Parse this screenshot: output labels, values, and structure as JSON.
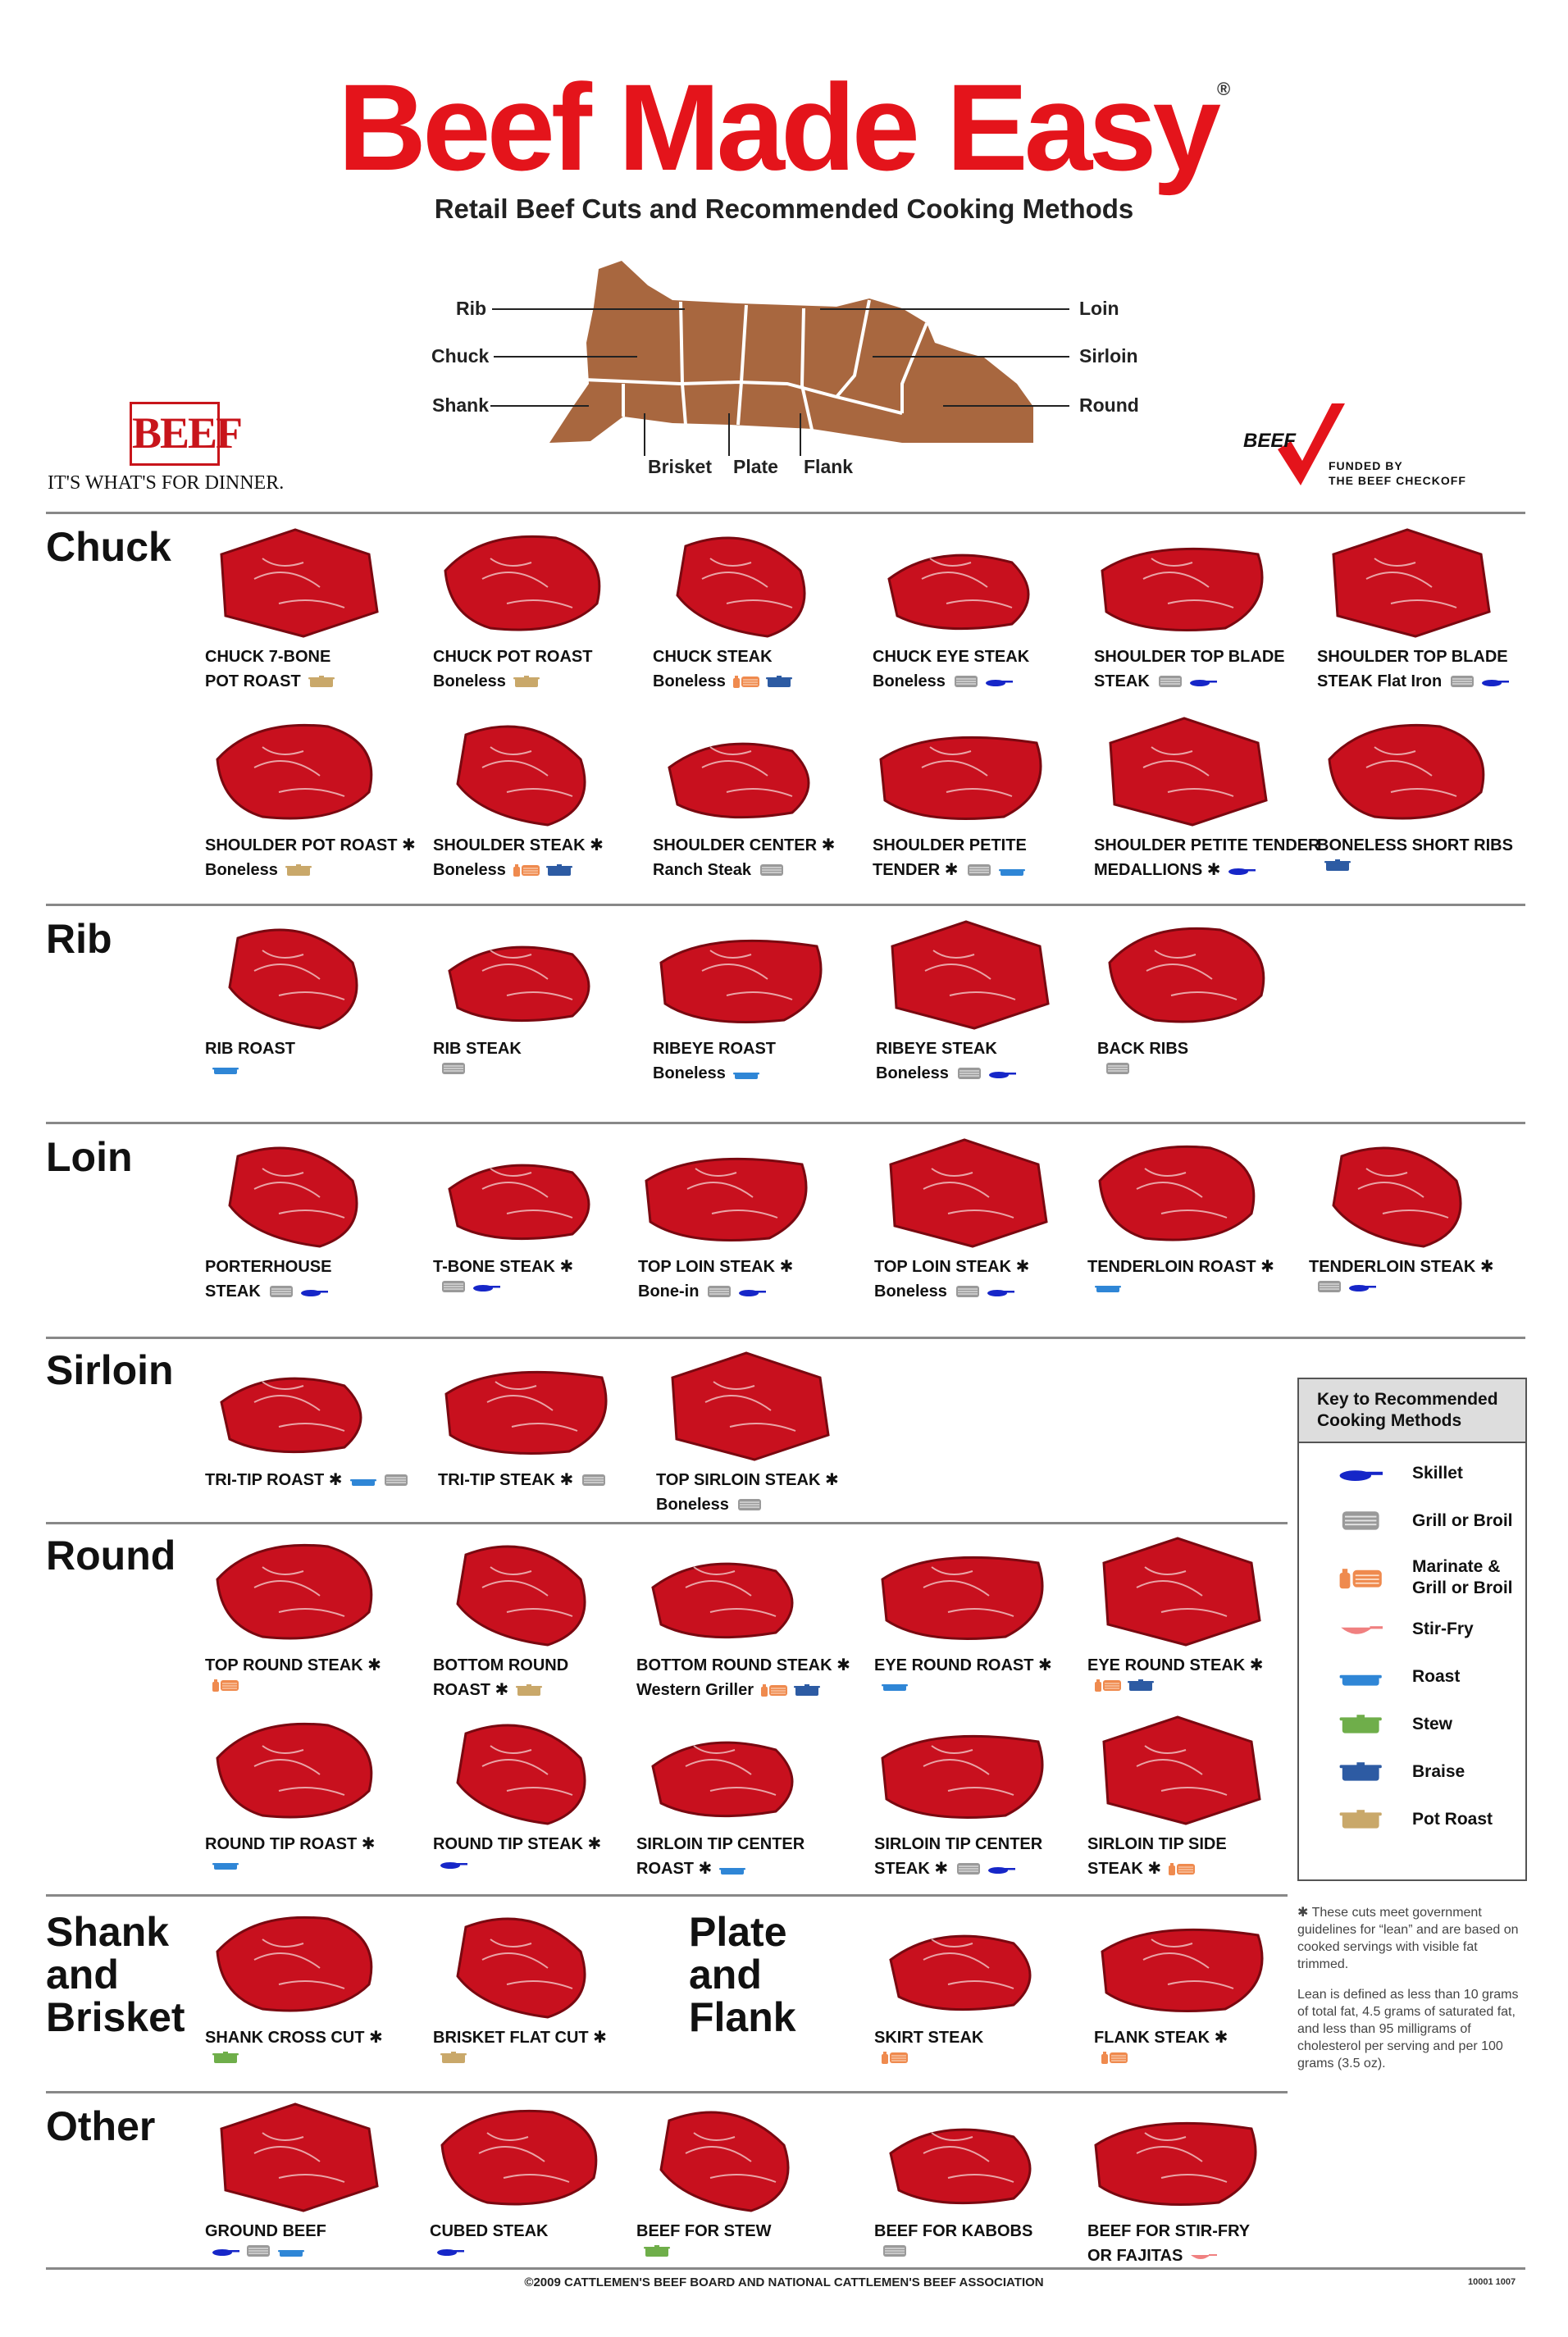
{
  "header": {
    "title": "Beef Made Easy",
    "registered": "®",
    "subtitle": "Retail Beef Cuts and Recommended Cooking Methods"
  },
  "diagram": {
    "left_labels": [
      "Rib",
      "Chuck",
      "Shank"
    ],
    "right_labels": [
      "Loin",
      "Sirloin",
      "Round"
    ],
    "bottom_labels": [
      "Brisket",
      "Plate",
      "Flank"
    ]
  },
  "logos": {
    "beef_box": "BEEF",
    "beef_tagline": "IT'S WHAT'S FOR DINNER.",
    "checkoff_word": "BEEF",
    "checkoff_line1": "FUNDED BY",
    "checkoff_line2": "THE BEEF CHECKOFF"
  },
  "colors": {
    "title_red": "#e4141b",
    "meat": "#c8101e",
    "cow": "#a8673f",
    "skillet": "#1626c8",
    "grill": "#9a9a9a",
    "marinate": "#ef8a4e",
    "stirfry": "#f08080",
    "roast": "#2f86d6",
    "stew": "#6fae4a",
    "braise": "#2d5ba3",
    "potroast": "#c9a86a"
  },
  "sections": {
    "chuck": "Chuck",
    "rib": "Rib",
    "loin": "Loin",
    "sirloin": "Sirloin",
    "round": "Round",
    "shank_a": "Shank",
    "shank_b": "and",
    "shank_c": "Brisket",
    "plate_a": "Plate",
    "plate_b": "and",
    "plate_c": "Flank",
    "other": "Other"
  },
  "cuts": [
    {
      "name": "CHUCK 7-BONE",
      "sub": "POT ROAST",
      "icons": [
        "potroast"
      ]
    },
    {
      "name": "CHUCK POT ROAST",
      "sub": "Boneless",
      "icons": [
        "potroast"
      ]
    },
    {
      "name": "CHUCK STEAK",
      "sub": "Boneless",
      "icons": [
        "marinate",
        "braise"
      ]
    },
    {
      "name": "CHUCK EYE STEAK",
      "sub": "Boneless",
      "icons": [
        "grill",
        "skillet"
      ]
    },
    {
      "name": "SHOULDER TOP BLADE",
      "sub": "STEAK",
      "icons": [
        "grill",
        "skillet"
      ]
    },
    {
      "name": "SHOULDER TOP BLADE",
      "sub": "STEAK  Flat Iron",
      "icons": [
        "grill",
        "skillet"
      ]
    },
    {
      "name": "SHOULDER POT ROAST ✱",
      "sub": "Boneless",
      "icons": [
        "potroast"
      ]
    },
    {
      "name": "SHOULDER STEAK ✱",
      "sub": "Boneless",
      "icons": [
        "marinate",
        "braise"
      ]
    },
    {
      "name": "SHOULDER CENTER ✱",
      "sub": "Ranch Steak",
      "icons": [
        "grill"
      ]
    },
    {
      "name": "SHOULDER PETITE",
      "sub": "TENDER ✱",
      "icons": [
        "grill",
        "roast"
      ]
    },
    {
      "name": "SHOULDER PETITE TENDER",
      "sub": "MEDALLIONS ✱",
      "icons": [
        "skillet"
      ]
    },
    {
      "name": "BONELESS SHORT RIBS",
      "sub": "",
      "icons": [
        "braise"
      ]
    },
    {
      "name": "RIB ROAST",
      "sub": "",
      "icons": [
        "roast"
      ]
    },
    {
      "name": "RIB STEAK",
      "sub": "",
      "icons": [
        "grill"
      ]
    },
    {
      "name": "RIBEYE ROAST",
      "sub": "Boneless",
      "icons": [
        "roast"
      ]
    },
    {
      "name": "RIBEYE STEAK",
      "sub": "Boneless",
      "icons": [
        "grill",
        "skillet"
      ]
    },
    {
      "name": "BACK RIBS",
      "sub": "",
      "icons": [
        "grill"
      ]
    },
    {
      "name": "PORTERHOUSE",
      "sub": "STEAK",
      "icons": [
        "grill",
        "skillet"
      ]
    },
    {
      "name": "T-BONE STEAK ✱",
      "sub": "",
      "icons": [
        "grill",
        "skillet"
      ]
    },
    {
      "name": "TOP LOIN STEAK ✱",
      "sub": "Bone-in",
      "icons": [
        "grill",
        "skillet"
      ]
    },
    {
      "name": "TOP LOIN STEAK ✱",
      "sub": "Boneless",
      "icons": [
        "grill",
        "skillet"
      ]
    },
    {
      "name": "TENDERLOIN ROAST ✱",
      "sub": "",
      "icons": [
        "roast"
      ]
    },
    {
      "name": "TENDERLOIN STEAK ✱",
      "sub": "",
      "icons": [
        "grill",
        "skillet"
      ]
    },
    {
      "name": "TRI-TIP ROAST ✱",
      "sub": "",
      "icons": [
        "roast",
        "grill"
      ],
      "inline": true
    },
    {
      "name": "TRI-TIP STEAK ✱",
      "sub": "",
      "icons": [
        "grill"
      ],
      "inline": true
    },
    {
      "name": "TOP SIRLOIN STEAK ✱",
      "sub": "Boneless",
      "icons": [
        "grill"
      ]
    },
    {
      "name": "TOP ROUND STEAK ✱",
      "sub": "",
      "icons": [
        "marinate"
      ]
    },
    {
      "name": "BOTTOM ROUND",
      "sub": "ROAST ✱",
      "icons": [
        "potroast"
      ]
    },
    {
      "name": "BOTTOM ROUND STEAK ✱",
      "sub": "Western Griller",
      "icons": [
        "marinate",
        "braise"
      ]
    },
    {
      "name": "EYE ROUND ROAST ✱",
      "sub": "",
      "icons": [
        "roast"
      ]
    },
    {
      "name": "EYE ROUND STEAK ✱",
      "sub": "",
      "icons": [
        "marinate",
        "braise"
      ]
    },
    {
      "name": "ROUND TIP ROAST ✱",
      "sub": "",
      "icons": [
        "roast"
      ]
    },
    {
      "name": "ROUND TIP STEAK ✱",
      "sub": "",
      "icons": [
        "skillet"
      ]
    },
    {
      "name": "SIRLOIN TIP CENTER",
      "sub": "ROAST ✱",
      "icons": [
        "roast"
      ]
    },
    {
      "name": "SIRLOIN TIP CENTER",
      "sub": "STEAK ✱",
      "icons": [
        "grill",
        "skillet"
      ]
    },
    {
      "name": "SIRLOIN TIP SIDE",
      "sub": "STEAK ✱",
      "icons": [
        "marinate"
      ]
    },
    {
      "name": "SHANK CROSS CUT ✱",
      "sub": "",
      "icons": [
        "stew"
      ]
    },
    {
      "name": "BRISKET FLAT CUT ✱",
      "sub": "",
      "icons": [
        "potroast"
      ]
    },
    {
      "name": "SKIRT STEAK",
      "sub": "",
      "icons": [
        "marinate"
      ]
    },
    {
      "name": "FLANK STEAK ✱",
      "sub": "",
      "icons": [
        "marinate"
      ]
    },
    {
      "name": "GROUND BEEF",
      "sub": "",
      "icons": [
        "skillet",
        "grill",
        "roast"
      ]
    },
    {
      "name": "CUBED STEAK",
      "sub": "",
      "icons": [
        "skillet"
      ]
    },
    {
      "name": "BEEF FOR STEW",
      "sub": "",
      "icons": [
        "stew"
      ]
    },
    {
      "name": "BEEF FOR KABOBS",
      "sub": "",
      "icons": [
        "grill"
      ]
    },
    {
      "name": "BEEF FOR STIR-FRY",
      "sub": "OR FAJITAS",
      "icons": [
        "stirfry"
      ]
    }
  ],
  "key": {
    "heading_line1": "Key to Recommended",
    "heading_line2": "Cooking Methods",
    "items": [
      {
        "icon": "skillet",
        "label": "Skillet"
      },
      {
        "icon": "grill",
        "label": "Grill or Broil"
      },
      {
        "icon": "marinate",
        "label": "Marinate &",
        "label2": "Grill or Broil"
      },
      {
        "icon": "stirfry",
        "label": "Stir-Fry"
      },
      {
        "icon": "roast",
        "label": "Roast"
      },
      {
        "icon": "stew",
        "label": "Stew"
      },
      {
        "icon": "braise",
        "label": "Braise"
      },
      {
        "icon": "potroast",
        "label": "Pot Roast"
      }
    ]
  },
  "notes": {
    "lean_star": "✱ These cuts meet government guidelines for “lean” and are based on cooked servings with visible fat trimmed.",
    "lean_def": "Lean is defined as less than 10 grams of total fat, 4.5 grams of saturated fat, and less than 95 milligrams of cholesterol per serving and per 100 grams (3.5 oz)."
  },
  "footer": {
    "copyright": "©2009 CATTLEMEN'S BEEF BOARD AND NATIONAL CATTLEMEN'S BEEF ASSOCIATION",
    "code": "10001  1007"
  }
}
